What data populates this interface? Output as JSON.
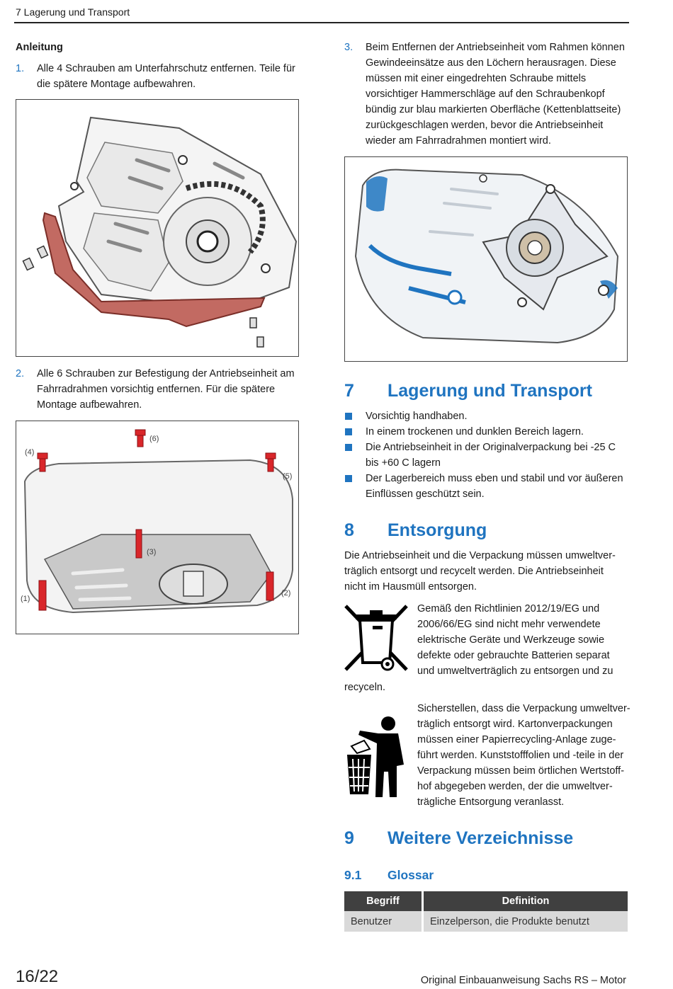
{
  "header": {
    "title": "7 Lagerung und Transport"
  },
  "left": {
    "instructions_heading": "Anleitung",
    "step1": {
      "num": "1.",
      "line1": "Alle 4 Schrauben am Unterfahrschutz entfernen. Teile für",
      "line2": "die spätere Montage aufbewahren."
    },
    "step2": {
      "num": "2.",
      "line1": "Alle 6 Schrauben zur Befestigung der Antriebseinheit am",
      "line2": "Fahrradrahmen vorsichtig entfernen. Für die spätere",
      "line3": "Montage aufbewahren."
    },
    "fig2_labels": [
      "(1)",
      "(2)",
      "(3)",
      "(4)",
      "(5)",
      "(6)"
    ]
  },
  "right": {
    "step3": {
      "num": "3.",
      "lines": [
        "Beim Entfernen der Antriebseinheit vom Rahmen können",
        "Gewindeeinsätze aus den Löchern herausragen. Diese",
        "müssen mit einer eingedrehten Schraube mittels",
        "vorsichtiger Hammerschläge auf den Schraubenkopf",
        "bündig zur blau markierten Oberfläche (Kettenblattseite)",
        "zurückgeschlagen werden, bevor die Antriebseinheit",
        "wieder am Fahrradrahmen montiert wird."
      ]
    },
    "section7": {
      "num": "7",
      "title": "Lagerung und Transport",
      "bullets": [
        [
          "Vorsichtig handhaben."
        ],
        [
          "In einem trockenen und dunklen Bereich lagern."
        ],
        [
          "Die Antriebseinheit in der Originalverpackung bei -25  C",
          "bis +60  C lagern"
        ],
        [
          "Der Lagerbereich muss eben und stabil und vor äußeren",
          "Einflüssen geschützt sein."
        ]
      ]
    },
    "section8": {
      "num": "8",
      "title": "Entsorgung",
      "para": [
        "Die Antriebseinheit und die Verpackung müssen umweltver-",
        "träglich entsorgt und recycelt werden. Die Antriebseinheit",
        "nicht im Hausmüll entsorgen."
      ],
      "weee": [
        "Gemäß den Richtlinien 2012/19/EG und",
        "2006/66/EG sind nicht mehr verwendete",
        "elektrische Geräte und Werkzeuge sowie",
        "defekte oder gebrauchte Batterien separat",
        "und umweltverträglich zu entsorgen und zu"
      ],
      "weee_tail": "recyceln.",
      "pack": [
        "Sicherstellen, dass die Verpackung umweltver-",
        "träglich entsorgt wird. Kartonverpackungen",
        "müssen einer Papierrecycling-Anlage zuge-",
        "führt werden. Kunststofffolien und -teile in der",
        "Verpackung müssen beim örtlichen Wertstoff-",
        "hof abgegeben werden, der die umweltver-",
        "trägliche Entsorgung veranlasst."
      ]
    },
    "section9": {
      "num": "9",
      "title": "Weitere Verzeichnisse"
    },
    "section91": {
      "num": "9.1",
      "title": "Glossar"
    },
    "glossary": {
      "headers": [
        "Begriff",
        "Definition"
      ],
      "rows": [
        [
          "Benutzer",
          "Einzelperson, die Produkte benutzt"
        ]
      ]
    }
  },
  "footer": {
    "page": "16/22",
    "doc": "Original Einbauanweisung Sachs RS – Motor"
  },
  "colors": {
    "accent": "#1f74c0",
    "table_head": "#404040",
    "table_row": "#d9d9d9",
    "screw_red": "#d9262a"
  }
}
